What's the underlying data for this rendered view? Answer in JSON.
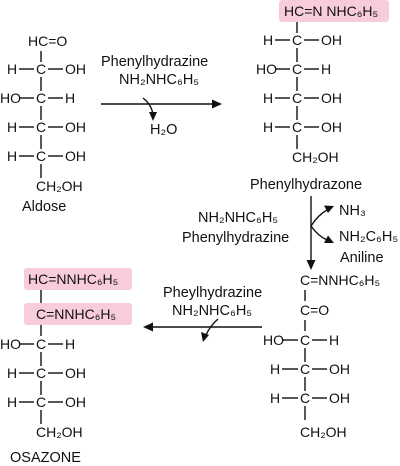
{
  "colors": {
    "highlight": "#f8ccd9",
    "ink": "#111111",
    "background": "#ffffff"
  },
  "aldose": {
    "top": "HC=O",
    "rows": [
      {
        "left": "H",
        "right": "OH"
      },
      {
        "left": "HO",
        "right": "H"
      },
      {
        "left": "H",
        "right": "OH"
      },
      {
        "left": "H",
        "right": "OH"
      }
    ],
    "bottom": "CH₂OH",
    "name": "Aldose"
  },
  "step1": {
    "reagent_name": "Phenylhydrazine",
    "reagent_formula": "NH₂NHC₆H₅",
    "byproduct": "H₂O"
  },
  "phenylhydrazone": {
    "top": "HC=N NHC₆H₅",
    "rows": [
      {
        "left": "H",
        "right": "OH"
      },
      {
        "left": "HO",
        "right": "H"
      },
      {
        "left": "H",
        "right": "OH"
      },
      {
        "left": "H",
        "right": "OH"
      }
    ],
    "bottom": "CH₂OH",
    "name": "Phenylhydrazone"
  },
  "step2": {
    "reagent_formula": "NH₂NHC₆H₅",
    "reagent_name": "Phenylhydrazine",
    "byproduct_1": "NH₃",
    "byproduct_2": "NH₂C₆H₅",
    "byproduct_2_name": "Aniline"
  },
  "keto_intermediate": {
    "top": "C=NNHC₆H₅",
    "second": "C=O",
    "rows": [
      {
        "left": "HO",
        "right": "H"
      },
      {
        "left": "H",
        "right": "OH"
      },
      {
        "left": "H",
        "right": "OH"
      }
    ],
    "bottom": "CH₂OH"
  },
  "step3": {
    "reagent_name": "Pheylhydrazine",
    "reagent_formula": "NH₂NHC₆H₅"
  },
  "osazone": {
    "top": "HC=NNHC₆H₅",
    "second": "C=NNHC₆H₅",
    "rows": [
      {
        "left": "HO",
        "right": "H"
      },
      {
        "left": "H",
        "right": "OH"
      },
      {
        "left": "H",
        "right": "OH"
      }
    ],
    "bottom": "CH₂OH",
    "name": "OSAZONE"
  }
}
